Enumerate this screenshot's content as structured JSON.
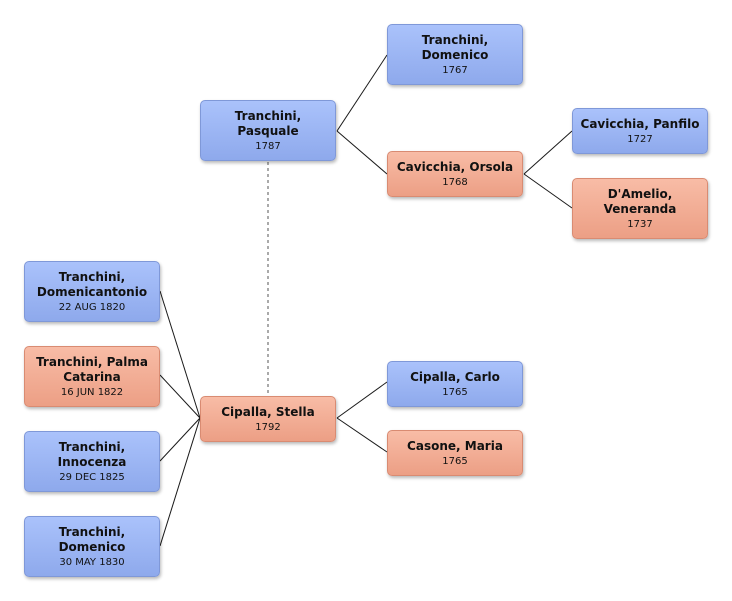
{
  "people": {
    "domenico_1767": {
      "name": "Tranchini, Domenico",
      "date": "1767",
      "sex": "male"
    },
    "pasquale": {
      "name": "Tranchini, Pasquale",
      "date": "1787",
      "sex": "male"
    },
    "orsola": {
      "name": "Cavicchia, Orsola",
      "date": "1768",
      "sex": "female"
    },
    "panfilo": {
      "name": "Cavicchia, Panfilo",
      "date": "1727",
      "sex": "male"
    },
    "veneranda": {
      "name": "D'Amelio, Veneranda",
      "date": "1737",
      "sex": "female"
    },
    "domenicantonio": {
      "name": "Tranchini, Domenicantonio",
      "date": "22 AUG 1820",
      "sex": "male"
    },
    "palma": {
      "name": "Tranchini, Palma Catarina",
      "date": "16 JUN 1822",
      "sex": "female"
    },
    "stella": {
      "name": "Cipalla, Stella",
      "date": "1792",
      "sex": "female"
    },
    "carlo": {
      "name": "Cipalla, Carlo",
      "date": "1765",
      "sex": "male"
    },
    "maria": {
      "name": "Casone, Maria",
      "date": "1765",
      "sex": "female"
    },
    "innocenza": {
      "name": "Tranchini, Innocenza",
      "date": "29 DEC 1825",
      "sex": "male"
    },
    "domenico_1830": {
      "name": "Tranchini, Domenico",
      "date": "30 MAY 1830",
      "sex": "male"
    }
  },
  "colors": {
    "male": "#9db6f6",
    "female": "#f3ad95",
    "line": "#1a1a1a"
  }
}
